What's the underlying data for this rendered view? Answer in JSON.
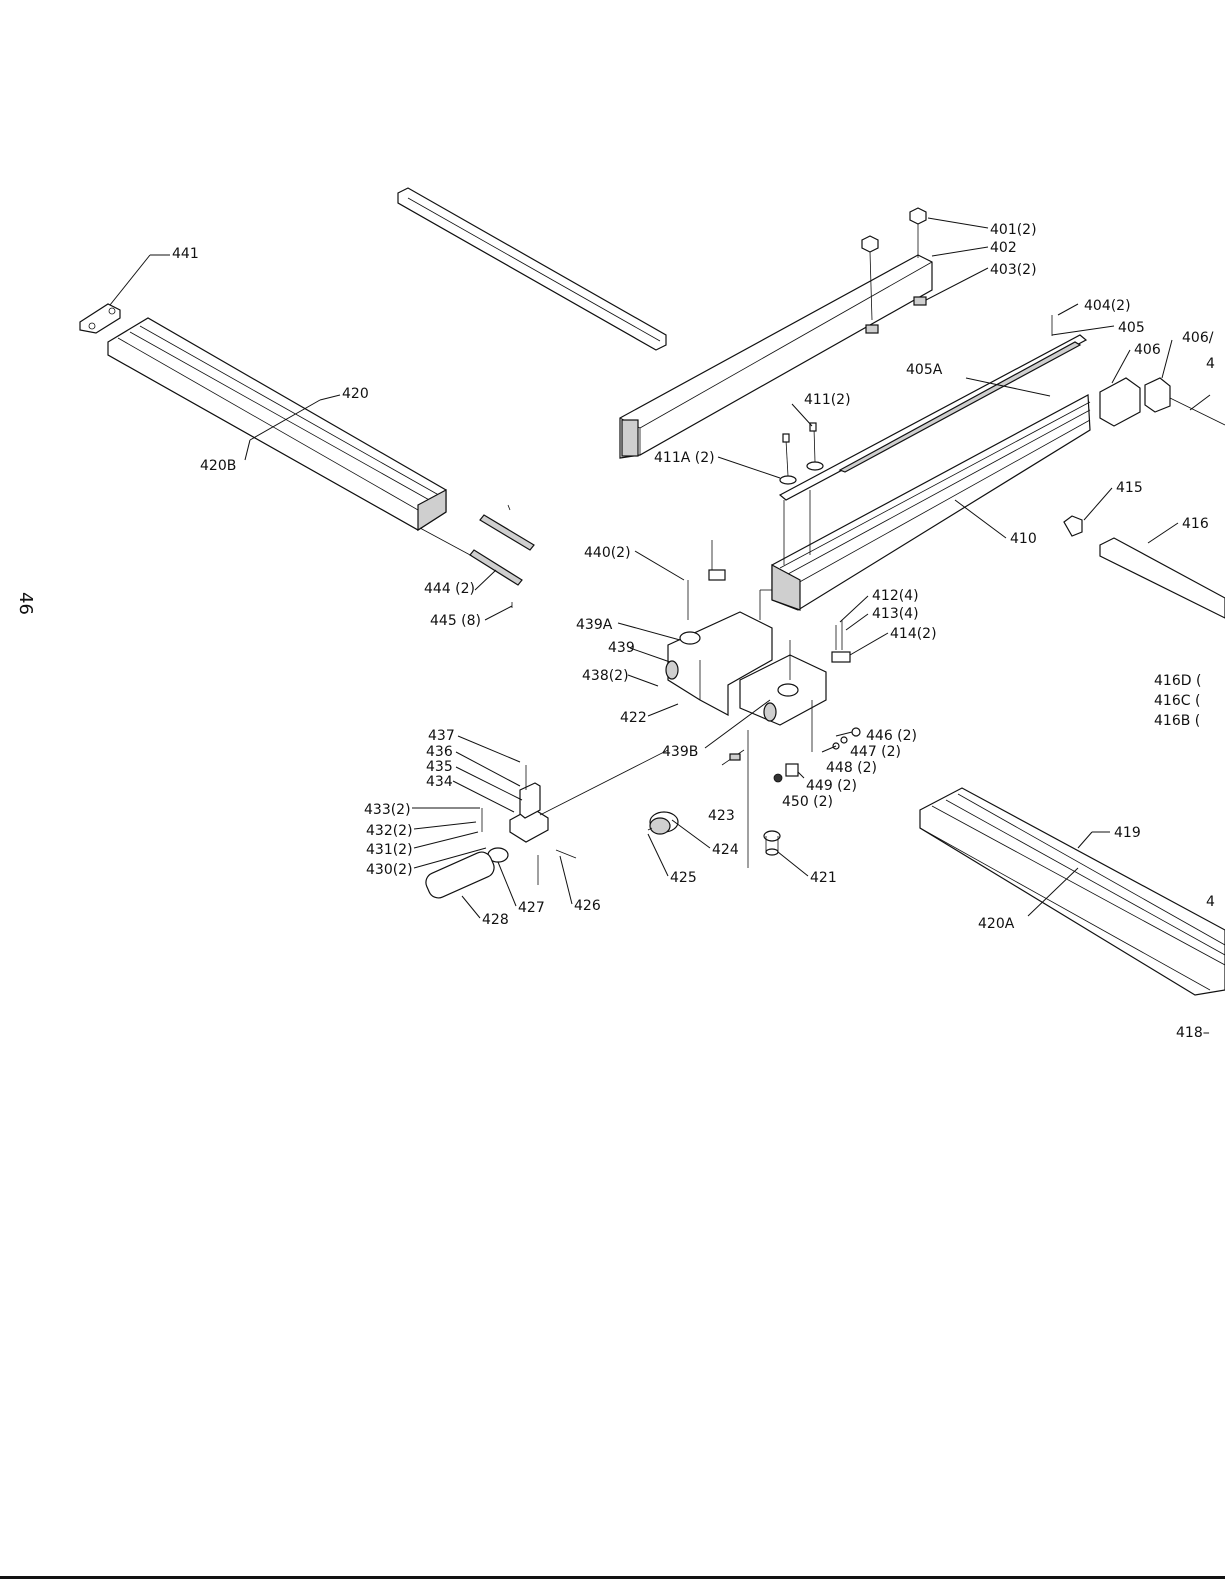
{
  "page_number": "46",
  "labels": {
    "l401": "401(2)",
    "l402": "402",
    "l403": "403(2)",
    "l404": "404(2)",
    "l405": "405",
    "l405A": "405A",
    "l406": "406",
    "l406A": "406/",
    "l406B": "4",
    "l410": "410",
    "l411": "411(2)",
    "l411A": "411A (2)",
    "l412": "412(4)",
    "l413": "413(4)",
    "l414": "414(2)",
    "l415": "415",
    "l416": "416",
    "l416D": "416D (",
    "l416C": "416C (",
    "l416B": "416B (",
    "l418": "418–",
    "l419": "419",
    "l420": "420",
    "l420A": "420A",
    "l420B": "420B",
    "l421": "421",
    "l422": "422",
    "l423": "423",
    "l424": "424",
    "l425": "425",
    "l426": "426",
    "l427": "427",
    "l428": "428",
    "l430": "430(2)",
    "l431": "431(2)",
    "l432": "432(2)",
    "l433": "433(2)",
    "l434": "434",
    "l435": "435",
    "l436": "436",
    "l437": "437",
    "l438": "438(2)",
    "l439": "439",
    "l439A": "439A",
    "l439B": "439B",
    "l440": "440(2)",
    "l441": "441",
    "l444": "444 (2)",
    "l445": "445 (8)",
    "l446": "446 (2)",
    "l447": "447 (2)",
    "l448": "448 (2)",
    "l449": "449 (2)",
    "l450": "450 (2)",
    "l4r": "4"
  }
}
